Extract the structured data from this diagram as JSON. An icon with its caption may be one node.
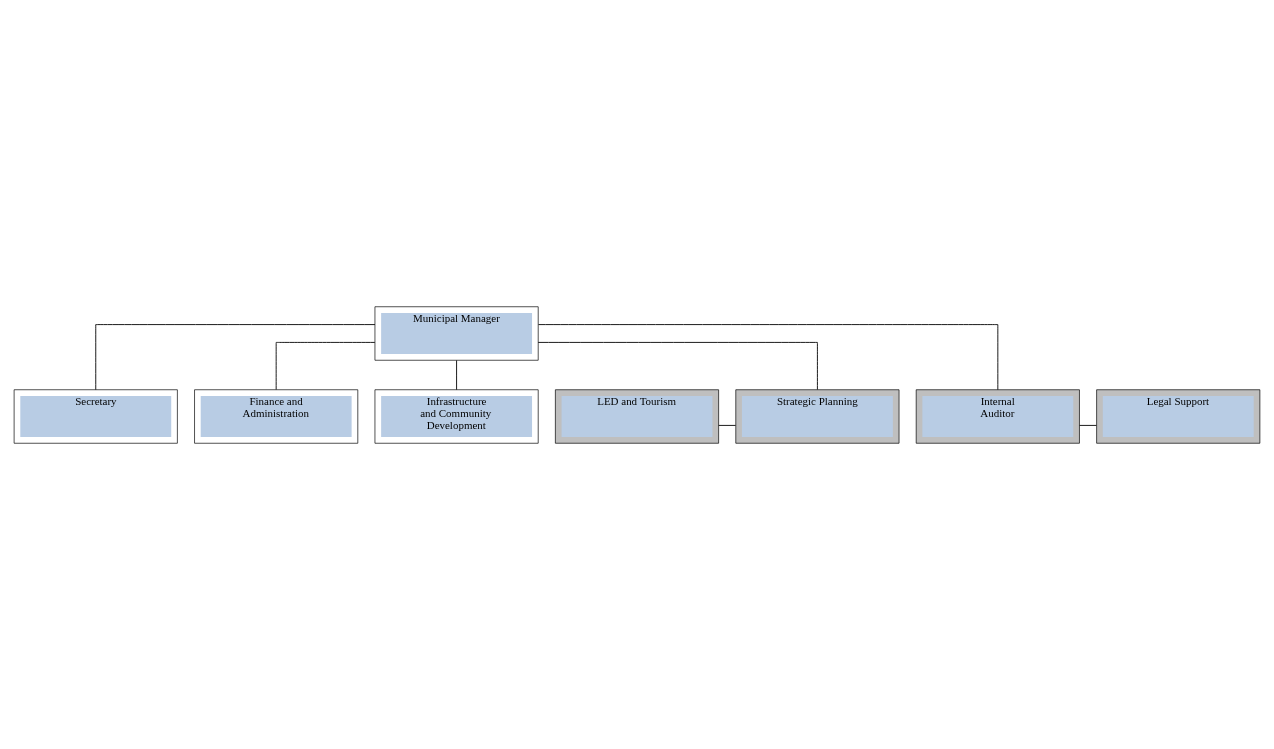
{
  "diagram": {
    "nodes": [
      {
        "text": [
          "Municipal Manager"
        ]
      },
      {
        "text": [
          "Secretary"
        ]
      },
      {
        "text": [
          "LED and Tourism"
        ]
      },
      {
        "text": [
          "Strategic Planning"
        ]
      },
      {
        "text": [
          "Internal Auditor"
        ]
      },
      {
        "text": [
          "Legal Support"
        ]
      },
      {
        "text": [
          "Finance and Administration"
        ]
      },
      {
        "text": [
          "Infrastructure and Community Development"
        ]
      }
    ],
    "edges": [
      {
        "from": 0,
        "to": 1,
        "arrow": "none"
      },
      {
        "from": 0,
        "to": 3,
        "arrow": "none"
      },
      {
        "from": 0,
        "to": 4,
        "arrow": "none"
      },
      {
        "from": 2,
        "to": 3,
        "arrow": "none"
      },
      {
        "from": 4,
        "to": 5,
        "arrow": "none"
      },
      {
        "from": 0,
        "to": 6,
        "arrow": "none"
      },
      {
        "from": 0,
        "to": 7,
        "arrow": "none"
      }
    ]
  }
}
